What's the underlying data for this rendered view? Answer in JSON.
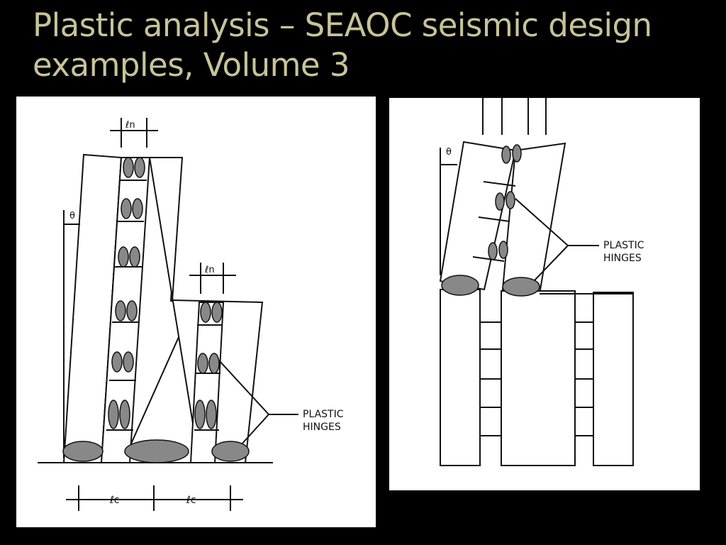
{
  "slide": {
    "title_line1": "Plastic analysis – SEAOC seismic design",
    "title_line2": "examples, Volume 3",
    "text_color": "#c8c39a",
    "background": "#000000"
  },
  "left_figure": {
    "dim_top_tall": "ℓn",
    "dim_top_short": "ℓn",
    "rotation": "θ",
    "dim_bottom_1": "ℓc",
    "dim_bottom_2": "ℓc",
    "callout_line1": "PLASTIC",
    "callout_line2": "HINGES"
  },
  "right_figure": {
    "rotation": "θ",
    "callout_line1": "PLASTIC",
    "callout_line2": "HINGES"
  },
  "colors": {
    "hinge_fill": "#888888",
    "line": "#111111",
    "panel": "#ffffff"
  }
}
